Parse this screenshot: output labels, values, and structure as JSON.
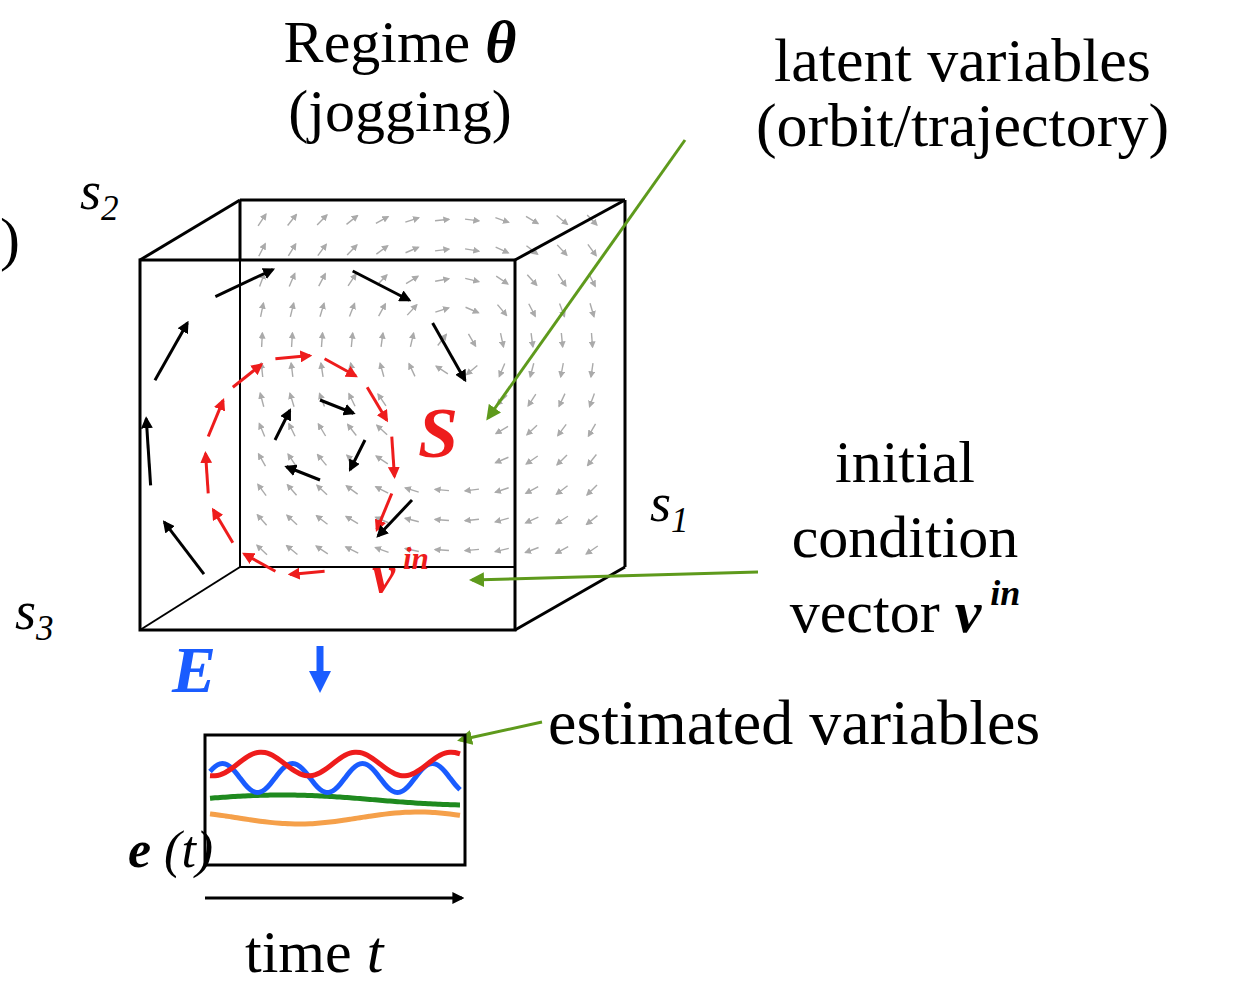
{
  "diagram": {
    "labels": [
      ")",
      "Regime θ (jogging)",
      "latent variables (orbit/trajectory)",
      "s2",
      "S",
      "s1",
      "initial condition vector v in",
      "v in",
      "s3",
      "E",
      "e (t)",
      "estimated variables",
      "time t"
    ]
  }
}
